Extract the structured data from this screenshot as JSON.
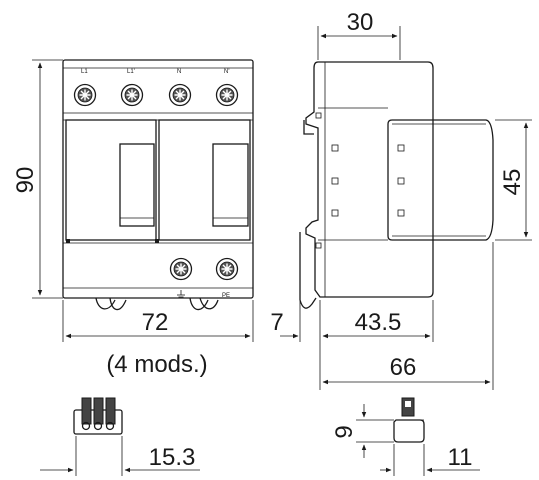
{
  "dimensions": {
    "front_height": "90",
    "front_width": "72",
    "front_modules": "(4 mods.)",
    "side_top_width": "30",
    "side_cover_height": "45",
    "side_offset": "7",
    "side_depth_front": "43.5",
    "side_depth_total": "66",
    "plug_width": "15.3",
    "plug_height": "9",
    "plug_depth": "11"
  },
  "terminal_labels": {
    "l1": "L1",
    "l1_prime": "L1'",
    "n": "N",
    "n_prime": "N'",
    "pe": "PE"
  }
}
